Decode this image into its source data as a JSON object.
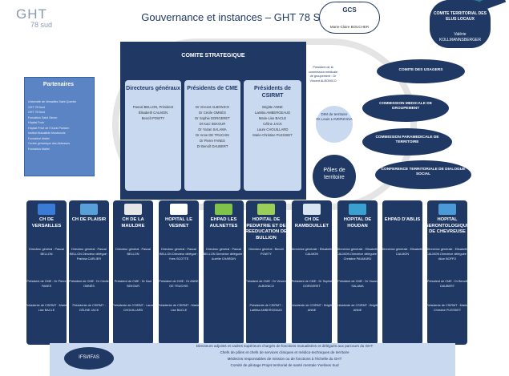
{
  "header": {
    "logo_text": "GHT",
    "logo_sub": "78 sud",
    "title": "Gouvernance et instances – GHT 78 Sud"
  },
  "gcs": {
    "title": "GCS",
    "sub": "Marie-Claire BOUCHER"
  },
  "comite_territorial": {
    "title": "COMITE TERRITORIAL DES ELUS LOCAUX",
    "sub": "Valérie KOLLMANNSBERGER"
  },
  "partners": {
    "title": "Partenaires",
    "items": [
      "Université de Versailles Saint Quentin",
      "GHT 78 Nord",
      "GHT 78 Nord",
      "Fondation Saint Simon",
      "Hôpital Foch",
      "Hôpital Privé de l'Ouest Parisien",
      "Institut Mutualiste Montsouris",
      "Fondation Mallet",
      "Centre gériatrique des Abbesses",
      "Fondation Mallet"
    ]
  },
  "comite_strategique": {
    "title": "COMITE STRATEGIQUE",
    "columns": [
      {
        "title": "Directeurs généraux",
        "members": [
          "Pascal BELLON, Président",
          "Élisabeth CALMON",
          "Benoît POWTY"
        ]
      },
      {
        "title": "Présidents de CME",
        "members": [
          "Dr Vincent ALBONICO",
          "Dr Cécile OMNÈS",
          "Dr Sophie DORGERET",
          "Dr Kaci SEKOUR",
          "Dr Yazan SALAMA",
          "Dr Anne DE TRUCHIS",
          "Dr Pierre FANES",
          "Dr Benoît DAUBERT"
        ]
      },
      {
        "title": "Présidents de CSIRMT",
        "members": [
          "Brigitte ANNE",
          "Laëtitia AMBERGEAUD",
          "Marie-Lise BACLE",
          "Céline JACK",
          "Laure CHOUILLARD",
          "Marie-Christine PLESSIET"
        ]
      }
    ]
  },
  "president_groupement": "Président de la commission médicale de groupement : Dr Vincent ALBONICO",
  "dim": {
    "line1": "DIM de territoire",
    "line2": "Dr Louis LAVERZANA"
  },
  "poles": "Pôles de territoire",
  "right_ovals": [
    "COMITE DES USAGERS",
    "COMMISSION MEDICALE DE GROUPEMENT",
    "COMMISSION PARAMEDICALE DE TERRITOIRE",
    "CONFERENCE TERRITORIALE DE DIALOGUE SOCIAL"
  ],
  "establishments": [
    {
      "name": "CH DE VERSAILLES",
      "logo_color": "#3a7bd5",
      "director": "Directeur général : Pascal BELLON",
      "cme": "Président de CME : Dr Pierre FANES",
      "csirmt": "Présidente de CSIRMT : Marie-Lise BACLE"
    },
    {
      "name": "CH DE PLAISIR",
      "logo_color": "#5aa0d8",
      "director": "Directeur général : Pascal BELLON Directeur délégué : Patricia CARLIER",
      "cme": "Président de CME : Dr Cécile OMNÈS",
      "csirmt": "Présidente de CSIRMT : CÉLINE JACK"
    },
    {
      "name": "CH DE LA MAULDRE",
      "logo_color": "#e6e6e6",
      "director": "Directeur général : Pascal BELLON",
      "cme": "Président de CME : Dr Kaci SEKOUR",
      "csirmt": "Présidente de CSIRMT : Laure CHOUILLARD"
    },
    {
      "name": "HOPITAL LE VESINET",
      "logo_color": "#ffffff",
      "director": "Directeur général : Pascal BELLON Directeur délégué : Yves SCOTTE",
      "cme": "Président de CME : Dr ANNE DE TRUCHIS",
      "csirmt": "Présidente de CSIRMT : Marie-Lise BACLE"
    },
    {
      "name": "EHPAD LES AULNETTES",
      "logo_color": "#7fc34a",
      "director": "Directeur général : Pascal BELLON Directrice déléguée : Aurélie CHARDIN",
      "cme": "",
      "csirmt": ""
    },
    {
      "name": "HOPITAL DE PEDIATRIE ET DE REEDUCATION DE BULLION",
      "logo_color": "#9bcf5a",
      "director": "Directeur général : Benoît POWTY",
      "cme": "Président de CME : Dr Vincent ALBONICO",
      "csirmt": "Présidente de CSIRMT : Laëtitia AMBERGEAUD"
    },
    {
      "name": "CH DE RAMBOUILLET",
      "logo_color": "#d8e4f2",
      "director": "Directrice générale : Elisabeth CALMON",
      "cme": "Président de CME : Dr Sophie DORGERET",
      "csirmt": "Présidente de CSIRMT : Brigitte ANNE"
    },
    {
      "name": "HOPITAL DE HOUDAN",
      "logo_color": "#3aa0d0",
      "director": "Directrice générale : Elisabeth CALMON Directrice déléguée : Christine PAUMARD",
      "cme": "Président de CME : Dr Yazan SALAMA",
      "csirmt": "Présidente de CSIRMT : Brigitte ANNE"
    },
    {
      "name": "EHPAD D'ABLIS",
      "logo_color": "",
      "director": "Directrice générale : Elisabeth CALMON",
      "cme": "",
      "csirmt": ""
    },
    {
      "name": "HOPITAL GERONTOLOGIQUE DE CHEVREUSE",
      "logo_color": "#4a9ad8",
      "director": "Directrice générale : Elisabeth CALMON Directrice déléguée : Alice BOFFO",
      "cme": "Président de CME : Dr Benoît DAUBERT",
      "csirmt": "Présidente de CSIRMT : Marie-Christine PLESSIET"
    }
  ],
  "bottom": {
    "ifsi": "IFSI/IFAS",
    "lines": [
      "Directeurs adjoints et cadres supérieurs chargés de fonctions mutualisées et délégués aux parcours du GHT",
      "Chefs de pôles et chefs de services cliniques et médico-techniques de territoire",
      "Médecins responsables de mission ou de fonctions à l'échelle du GHT",
      "Comité de pilotage Projet territorial de santé mentale Yvelines Sud"
    ]
  }
}
